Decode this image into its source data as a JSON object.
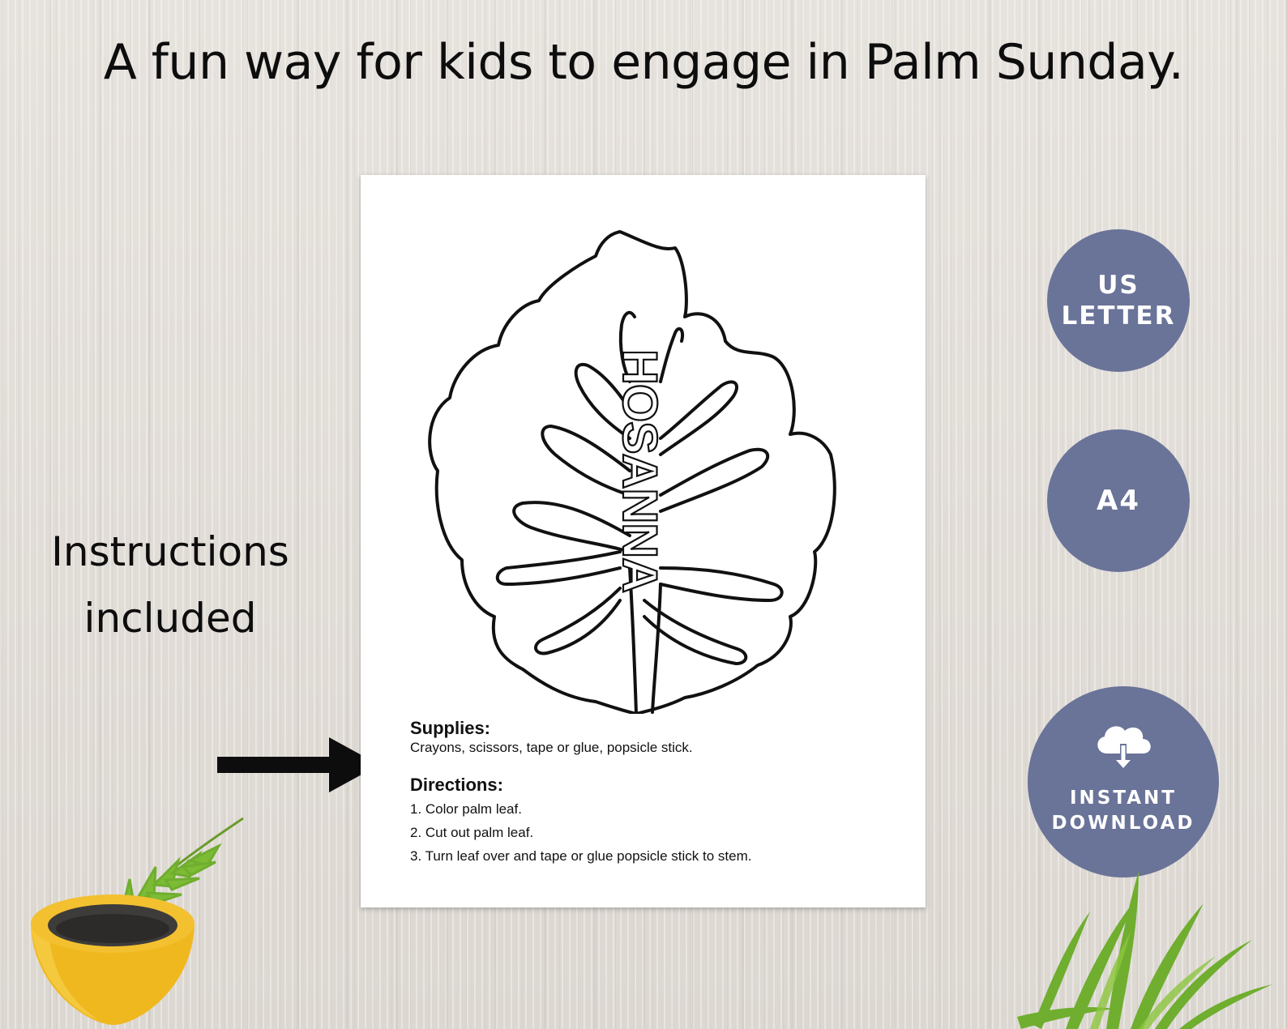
{
  "headline": "A fun way for kids to engage in Palm Sunday.",
  "side_note": {
    "line1": "Instructions",
    "line2": "included"
  },
  "sheet": {
    "leaf_word": "HOSANNA",
    "supplies_heading": "Supplies:",
    "supplies_text": "Crayons, scissors, tape or glue, popsicle stick.",
    "directions_heading": "Directions:",
    "steps": [
      "1. Color palm leaf.",
      "2. Cut out palm leaf.",
      "3. Turn leaf over and tape or glue popsicle stick to stem."
    ]
  },
  "badges": {
    "us_letter": {
      "line1": "US",
      "line2": "LETTER"
    },
    "a4": {
      "label": "A4"
    },
    "download": {
      "line1": "INSTANT",
      "line2": "DOWNLOAD",
      "icon": "cloud-download-icon"
    }
  },
  "colors": {
    "badge": "#6a7398",
    "background": "#e3dfda",
    "bowl": "#f0b81f",
    "frond": "#6fae2e"
  }
}
